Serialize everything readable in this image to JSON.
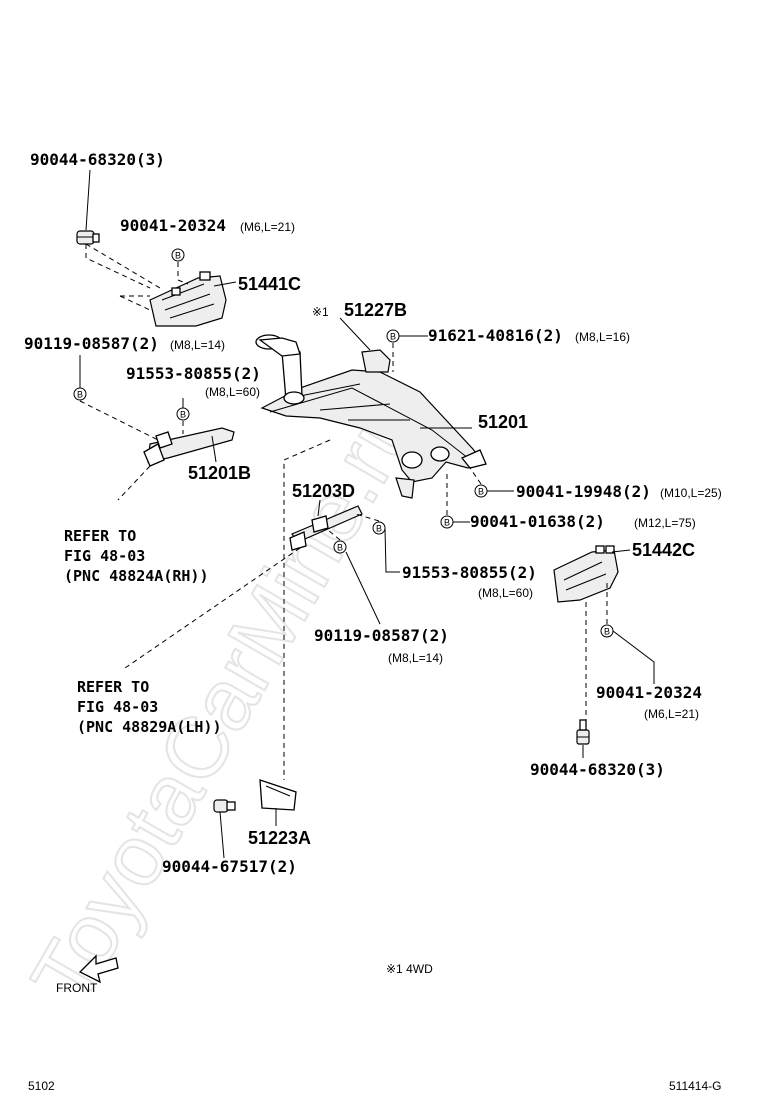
{
  "watermark": "ToyotaCarMine.ru",
  "bolt_mark": "B",
  "labels": {
    "p_90044_68320_tl": "90044-68320(3)",
    "p_90041_20324_tl": "90041-20324",
    "p_90041_20324_tl_spec": "(M6,L=21)",
    "p_51441C": "51441C",
    "p_note1_mark": "※1",
    "p_51227B": "51227B",
    "p_91621_40816": "91621-40816(2)",
    "p_91621_40816_spec": "(M8,L=16)",
    "p_90119_08587_tl": "90119-08587(2)",
    "p_90119_08587_tl_spec": "(M8,L=14)",
    "p_91553_80855_tl": "91553-80855(2)",
    "p_91553_80855_tl_spec": "(M8,L=60)",
    "p_51201": "51201",
    "p_51201B": "51201B",
    "p_90041_19948": "90041-19948(2)",
    "p_90041_19948_spec": "(M10,L=25)",
    "p_51203D": "51203D",
    "p_90041_01638": "90041-01638(2)",
    "p_90041_01638_spec": "(M12,L=75)",
    "p_51442C": "51442C",
    "p_91553_80855_mid": "91553-80855(2)",
    "p_91553_80855_mid_spec": "(M8,L=60)",
    "p_90119_08587_mid": "90119-08587(2)",
    "p_90119_08587_mid_spec": "(M8,L=14)",
    "p_90041_20324_r": "90041-20324",
    "p_90041_20324_r_spec": "(M6,L=21)",
    "p_90044_68320_r": "90044-68320(3)",
    "p_51223A": "51223A",
    "p_90044_67517": "90044-67517(2)"
  },
  "references": {
    "rh": [
      "REFER TO",
      "FIG 48-03",
      "(PNC 48824A(RH))"
    ],
    "lh": [
      "REFER TO",
      "FIG 48-03",
      "(PNC 48829A(LH))"
    ]
  },
  "footnote": "※1 4WD",
  "front_label": "FRONT",
  "page_number_left": "5102",
  "figure_id": "511414-G"
}
